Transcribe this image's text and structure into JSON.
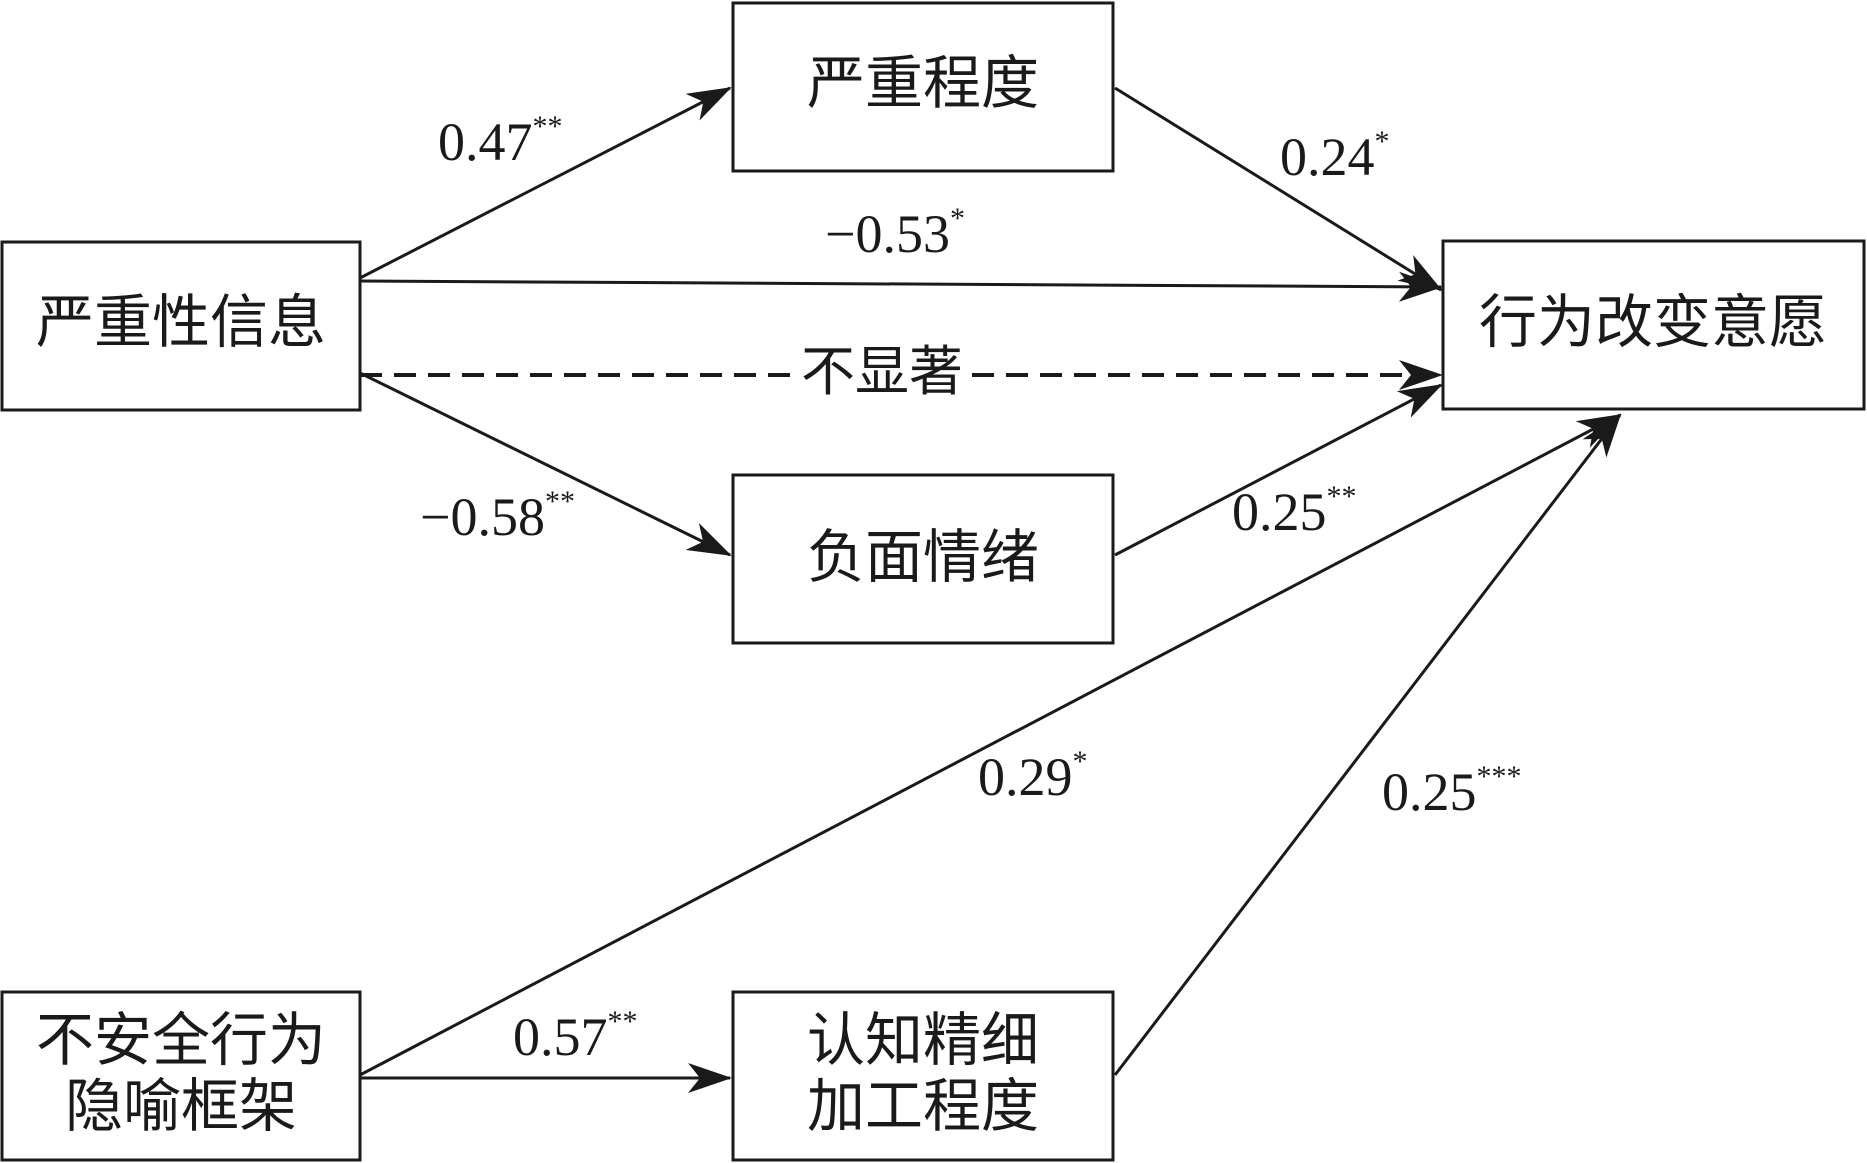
{
  "nodes": {
    "severity_info": "严重性信息",
    "severity_level": "严重程度",
    "negative_emotion": "负面情绪",
    "behavior_change": "行为改变意愿",
    "unsafe_metaphor": {
      "line1": "不安全行为",
      "line2": "隐喻框架"
    },
    "cognitive_elaboration": {
      "line1": "认知精细",
      "line2": "加工程度"
    }
  },
  "edges": {
    "info_to_severity": {
      "value": "0.47",
      "sig": "**"
    },
    "severity_to_behavior": {
      "value": "0.24",
      "sig": "*"
    },
    "info_to_behavior_direct": {
      "value": "−0.53",
      "sig": "*"
    },
    "info_to_behavior_dashed": {
      "label": "不显著"
    },
    "info_to_emotion": {
      "value": "−0.58",
      "sig": "**"
    },
    "emotion_to_behavior": {
      "value": "0.25",
      "sig": "**"
    },
    "metaphor_to_behavior": {
      "value": "0.29",
      "sig": "*"
    },
    "metaphor_to_cognitive": {
      "value": "0.57",
      "sig": "**"
    },
    "cognitive_to_behavior": {
      "value": "0.25",
      "sig": "***"
    }
  }
}
